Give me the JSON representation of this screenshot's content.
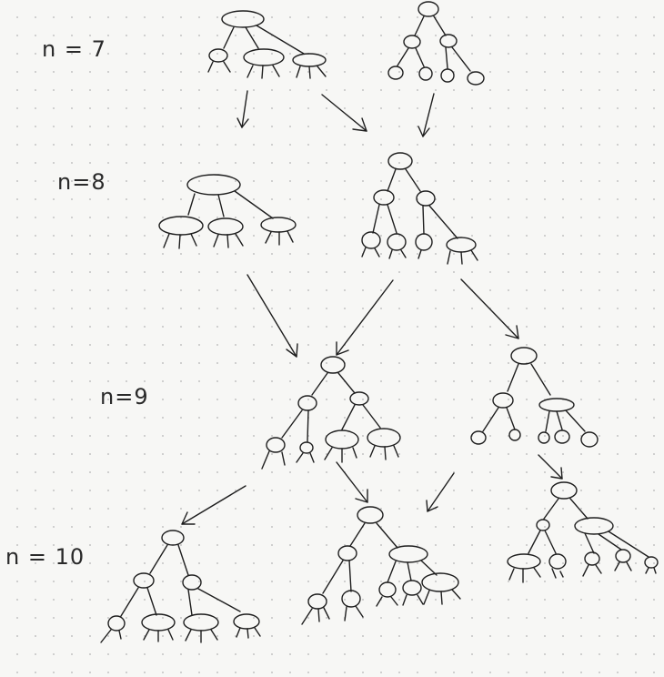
{
  "labels": {
    "n7": "n = 7",
    "n8": "n=8",
    "n9": "n=9",
    "n10": "n = 10"
  },
  "colors": {
    "ink": "#1e1e1e",
    "paper": "#f7f7f5",
    "dot_grid": "#c9c9c9"
  }
}
